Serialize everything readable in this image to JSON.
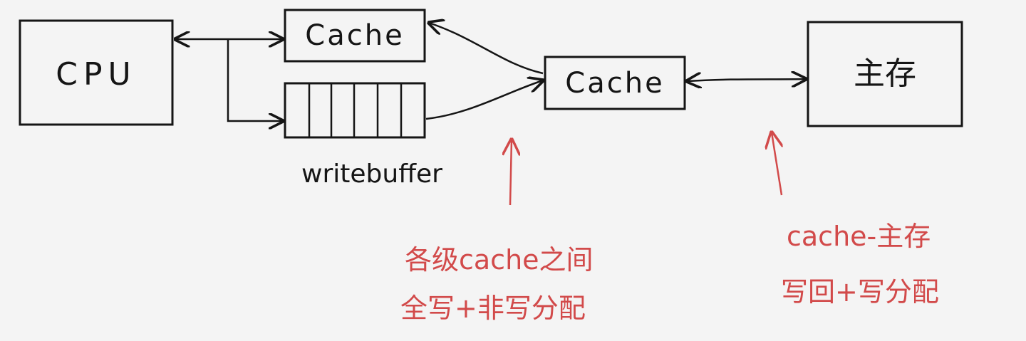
{
  "diagram": {
    "cpu_label": "CPU",
    "l1_cache_label": "Cache",
    "l2_cache_label": "Cache",
    "main_memory_label": "主存",
    "write_buffer_label": "writebuffer",
    "annotations": {
      "between_caches_line1": "各级cache之间",
      "between_caches_line2": "全写+非写分配",
      "cache_memory_line1": "cache-主存",
      "cache_memory_line2": "写回+写分配"
    },
    "colors": {
      "ink": "#151515",
      "annotation": "#d24a4a",
      "background": "#f4f4f4"
    }
  }
}
